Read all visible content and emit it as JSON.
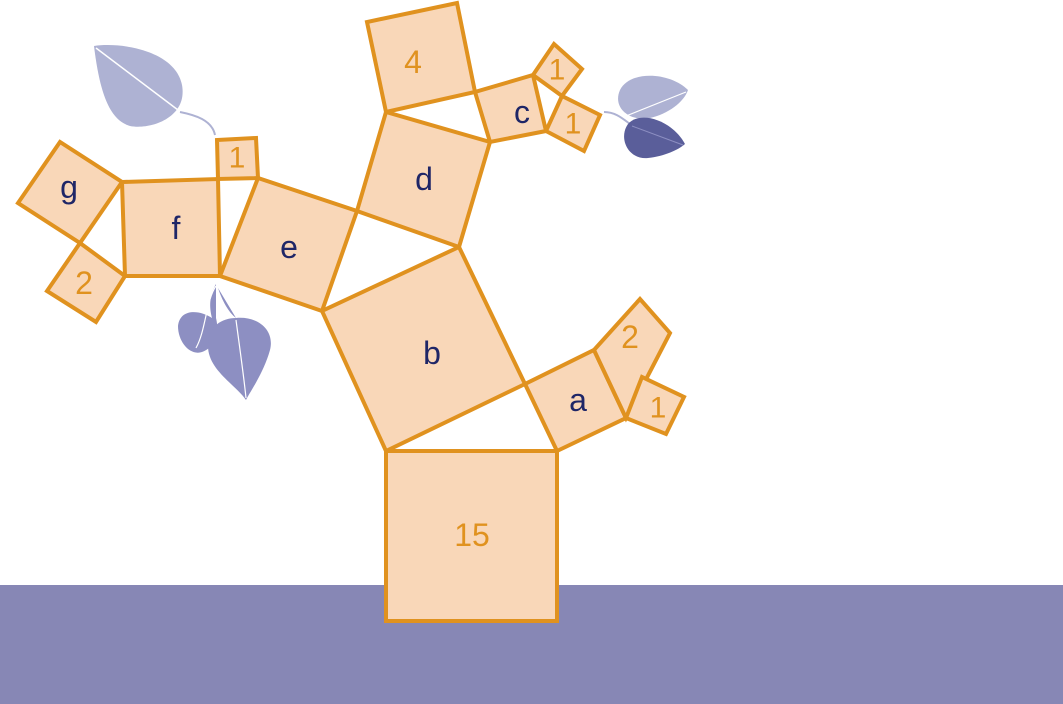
{
  "colors": {
    "fill": "#f9d7b8",
    "stroke": "#e0921f",
    "known_text": "#e0921f",
    "unknown_text": "#1f2667",
    "ground": "#8787b5",
    "leaf_light": "#aeb2d3",
    "leaf_mid": "#8d8fc2",
    "leaf_dark": "#5a5e9a"
  },
  "squares": {
    "trunk": "15",
    "b": "b",
    "a": "a",
    "a_upper": "2",
    "a_lower": "1",
    "d": "d",
    "e": "e",
    "four": "4",
    "c": "c",
    "c_upper": "1",
    "c_lower": "1",
    "f": "f",
    "f_small": "1",
    "g": "g",
    "two_left": "2"
  },
  "leaves": [
    "leaf-top-left",
    "leaf-right-light",
    "leaf-right-dark",
    "leaf-bottom-left",
    "leaf-bottom-right"
  ]
}
